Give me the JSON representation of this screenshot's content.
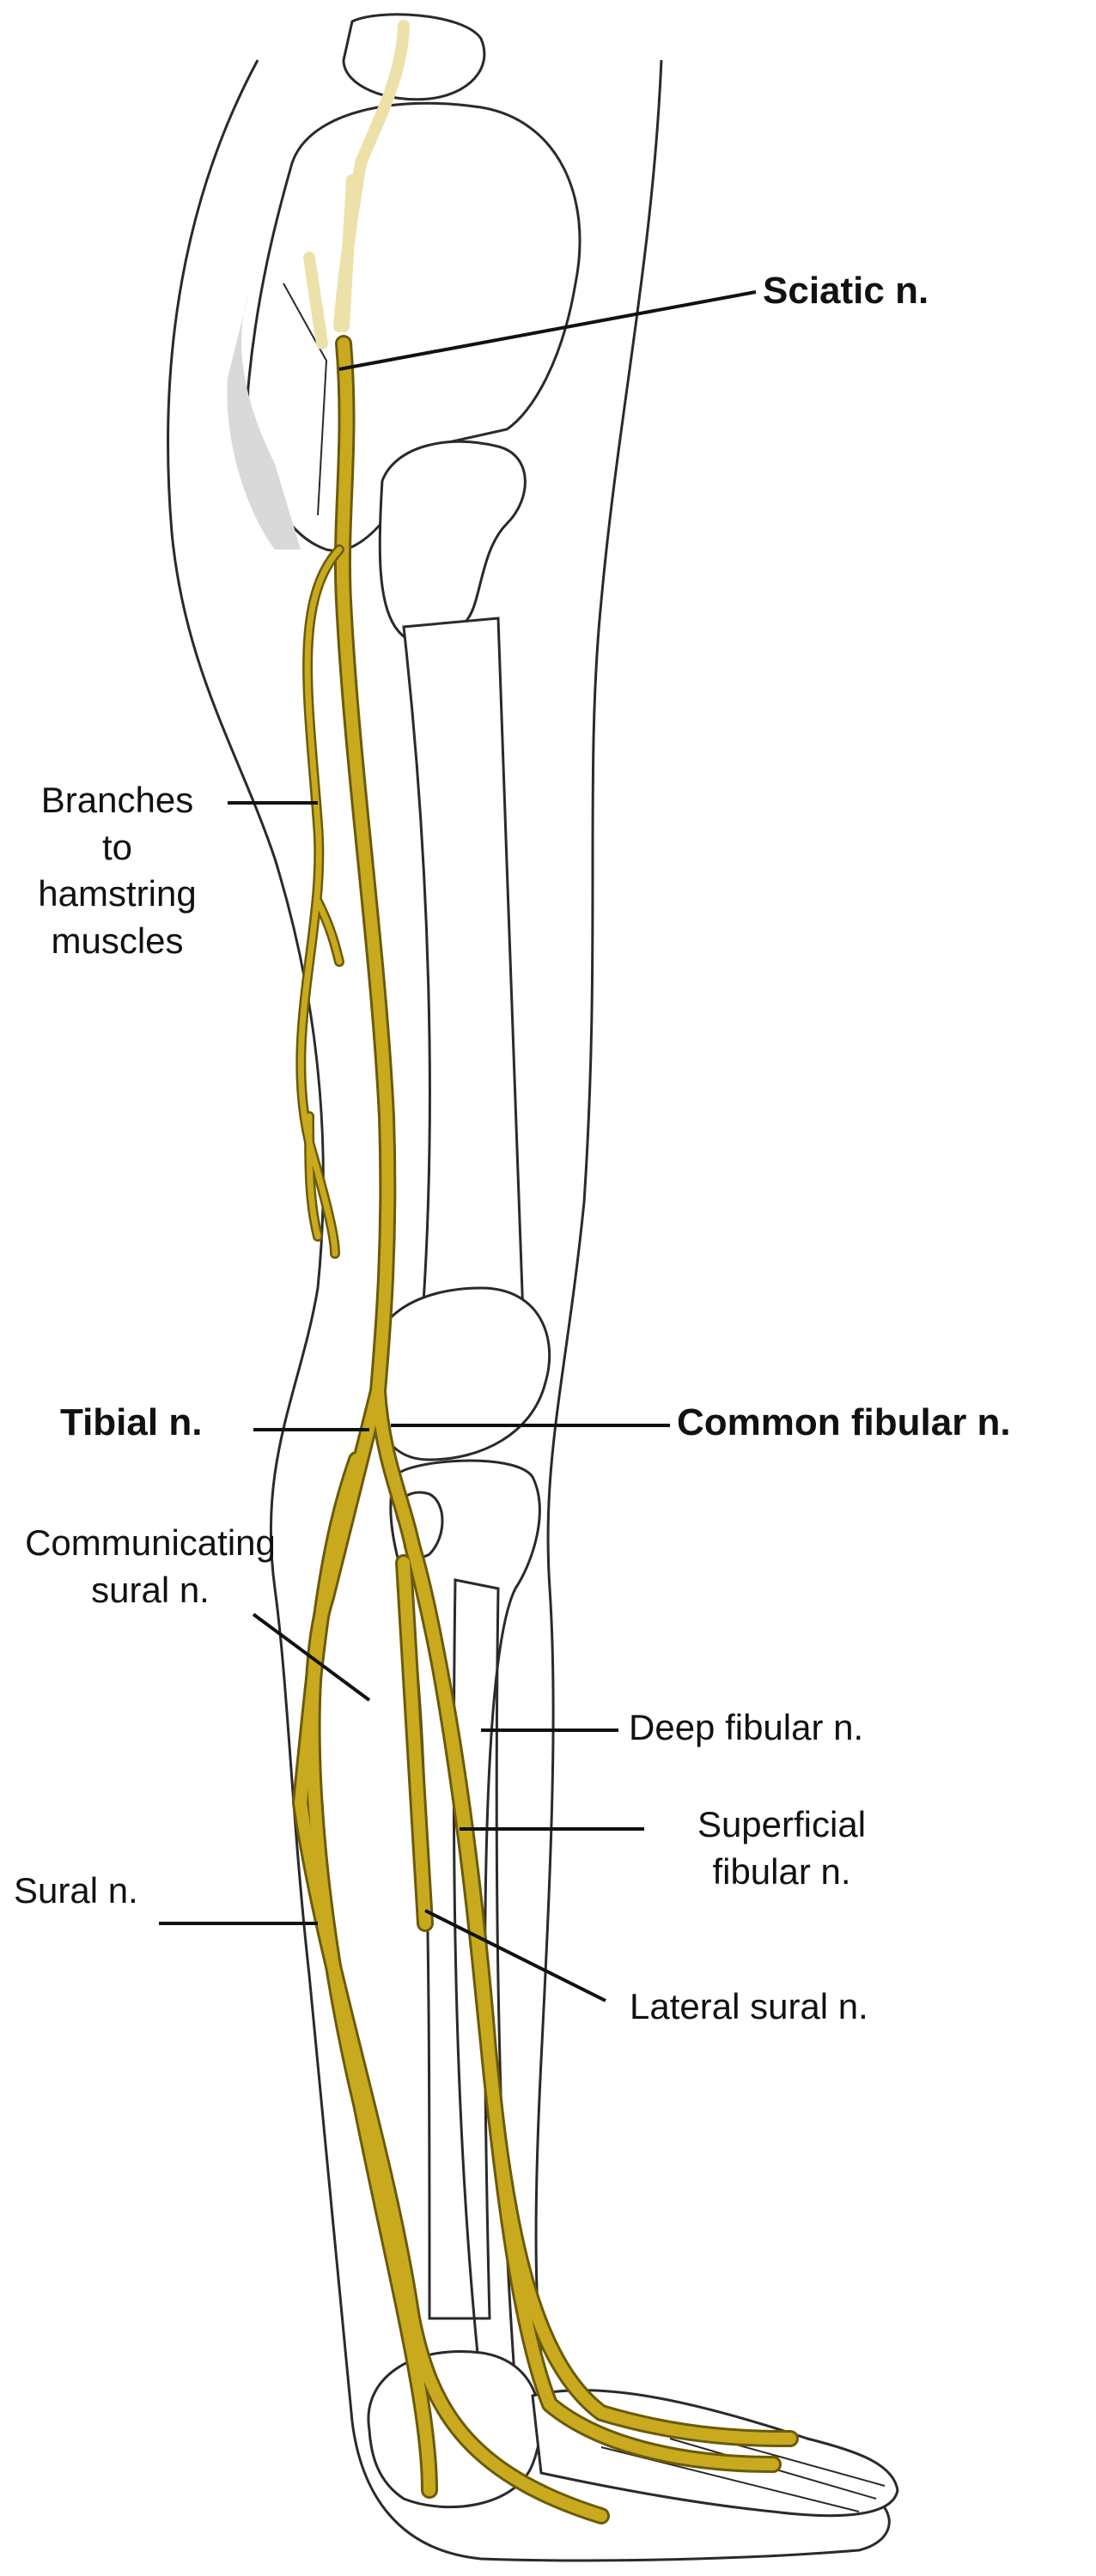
{
  "labels": {
    "sciatic": "Sciatic n.",
    "hamstring": "Branches\nto\nhamstring\nmuscles",
    "tibial": "Tibial n.",
    "common_fibular": "Common fibular n.",
    "communicating_sural": "Communicating\nsural n.",
    "deep_fibular": "Deep fibular n.",
    "superficial_fibular": "Superficial\nfibular n.",
    "sural": "Sural n.",
    "lateral_sural": "Lateral sural n."
  },
  "colors": {
    "nerve": "#c9aa1e",
    "nerve_outline": "#6b5a0a",
    "nerve_faded": "#ece1a8",
    "outline": "#2a2a2a",
    "bone_fill": "#ffffff",
    "muscle_shade": "#d9d9d9"
  }
}
